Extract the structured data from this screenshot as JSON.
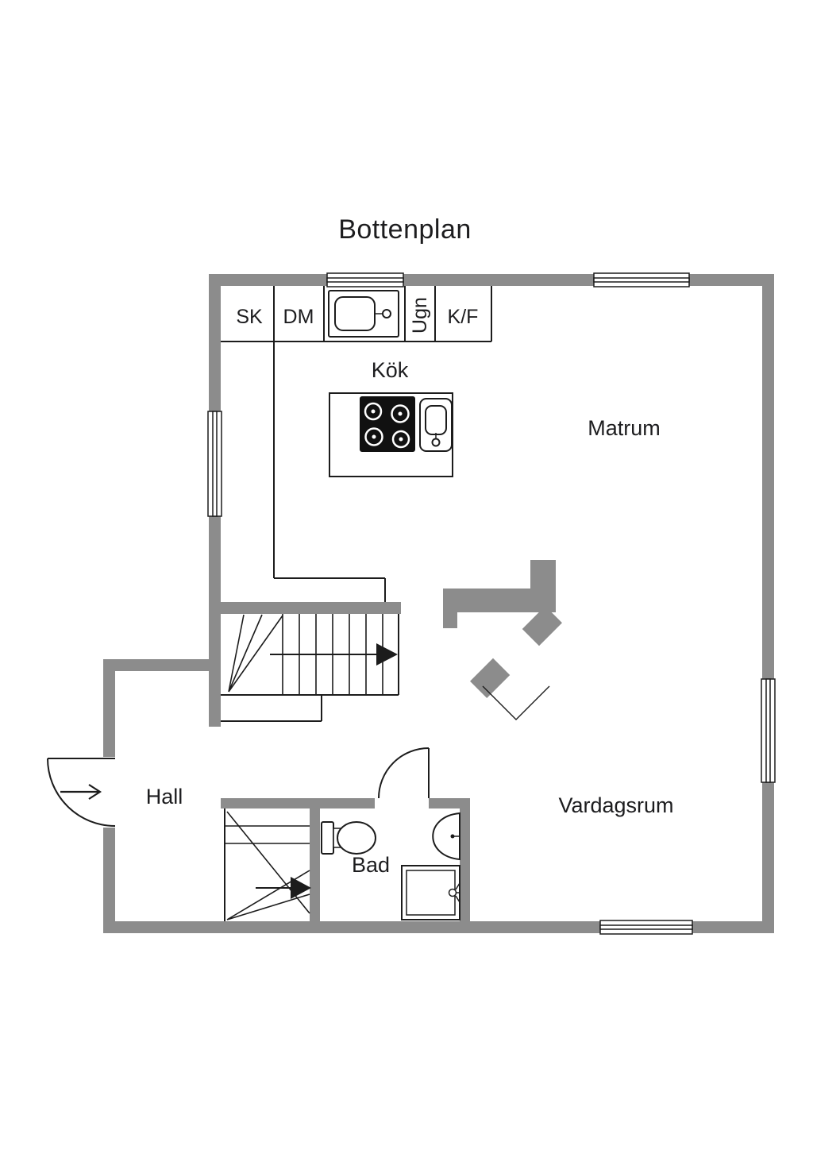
{
  "title": "Bottenplan",
  "rooms": {
    "kitchen": {
      "label": "Kök"
    },
    "dining": {
      "label": "Matrum"
    },
    "hall": {
      "label": "Hall"
    },
    "bathroom": {
      "label": "Bad"
    },
    "living_room": {
      "label": "Vardagsrum"
    }
  },
  "kitchen_units": {
    "cabinet": {
      "label": "SK"
    },
    "dishwasher": {
      "label": "DM"
    },
    "oven": {
      "label": "Ugn"
    },
    "fridge_freezer": {
      "label": "K/F"
    }
  },
  "colors": {
    "wall": "#8c8c8c",
    "line": "#1c1c1c",
    "text": "#1d1d1f",
    "fixture": "#111111",
    "background": "#ffffff"
  }
}
